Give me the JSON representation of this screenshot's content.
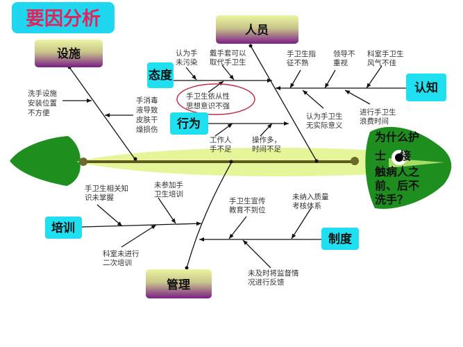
{
  "title": "要因分析",
  "effect": [
    "为什么护",
    "士接",
    "触病人之",
    "前、后不",
    "洗手？"
  ],
  "categories": {
    "facilities": "设施",
    "personnel": "人员",
    "management": "管理",
    "attitude": "态度",
    "behavior": "行为",
    "cognition": "认知",
    "training": "培训",
    "system": "制度"
  },
  "causes": {
    "facility_location": [
      "洗手设施",
      "安装位置",
      "不方便"
    ],
    "disinfectant_skin": [
      "手消毒",
      "液导致",
      "皮肤干",
      "燥损伤"
    ],
    "thinks_not_dirty": [
      "认为手",
      "未污染"
    ],
    "gloves_replace": [
      "戴手套可以",
      "取代手卫生"
    ],
    "weak_compliance": [
      "手卫生依从性",
      "思想意识不强"
    ],
    "understaffed": [
      "工作人",
      "手不足"
    ],
    "busy": [
      "操作多，",
      "时间不足"
    ],
    "unfamiliar_indications": [
      "手卫生指",
      "征不熟"
    ],
    "leadership_neglect": [
      "领导不",
      "重视"
    ],
    "poor_culture": [
      "科室手卫生",
      "风气不佳"
    ],
    "no_real_meaning": [
      "认为手卫生",
      "无实际意义"
    ],
    "waste_time": [
      "进行手卫生",
      "浪费时间"
    ],
    "knowledge_gap": [
      "手卫生相关知",
      "识未掌握"
    ],
    "no_training": [
      "未参加手",
      "卫生培训"
    ],
    "no_secondary_training": [
      "科室未进行",
      "二次培训"
    ],
    "poor_education": [
      "手卫生宣传",
      "教育不到位"
    ],
    "not_in_assessment": [
      "未纳入质量",
      "考核体系"
    ],
    "no_feedback": [
      "未及时将监督情",
      "况进行反馈"
    ]
  },
  "colors": {
    "cyan_box": "#1fe0f0",
    "fish_green": "#1e8f1e",
    "body_green": "#e4f59a",
    "spine": "#5c5a1c",
    "title_text": "#e0245e",
    "ellipse": "#c0304a"
  }
}
